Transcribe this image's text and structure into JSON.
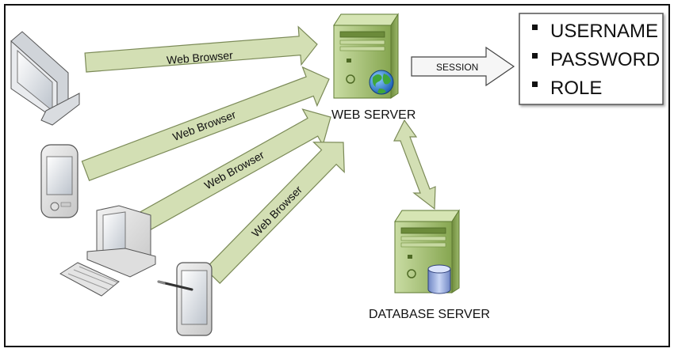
{
  "colors": {
    "arrow_fill": "#d3dfb4",
    "arrow_stroke": "#7b8a57",
    "server_green": "#a9c27a",
    "border": "#111111"
  },
  "diagram": {
    "client_arrows": [
      {
        "label": "Web Browser"
      },
      {
        "label": "Web Browser"
      },
      {
        "label": "Web Browser"
      },
      {
        "label": "Web Browser"
      }
    ],
    "web_server": {
      "label": "WEB SERVER",
      "icon": "server-tower-globe-icon"
    },
    "database_server": {
      "label": "DATABASE SERVER",
      "icon": "server-tower-database-icon"
    },
    "session_arrow": {
      "label": "SESSION"
    },
    "session_fields": [
      "USERNAME",
      "PASSWORD",
      "ROLE"
    ],
    "clients": [
      {
        "icon": "monitor-icon"
      },
      {
        "icon": "pda-icon"
      },
      {
        "icon": "desktop-computer-icon"
      },
      {
        "icon": "tablet-stylus-icon"
      }
    ]
  }
}
